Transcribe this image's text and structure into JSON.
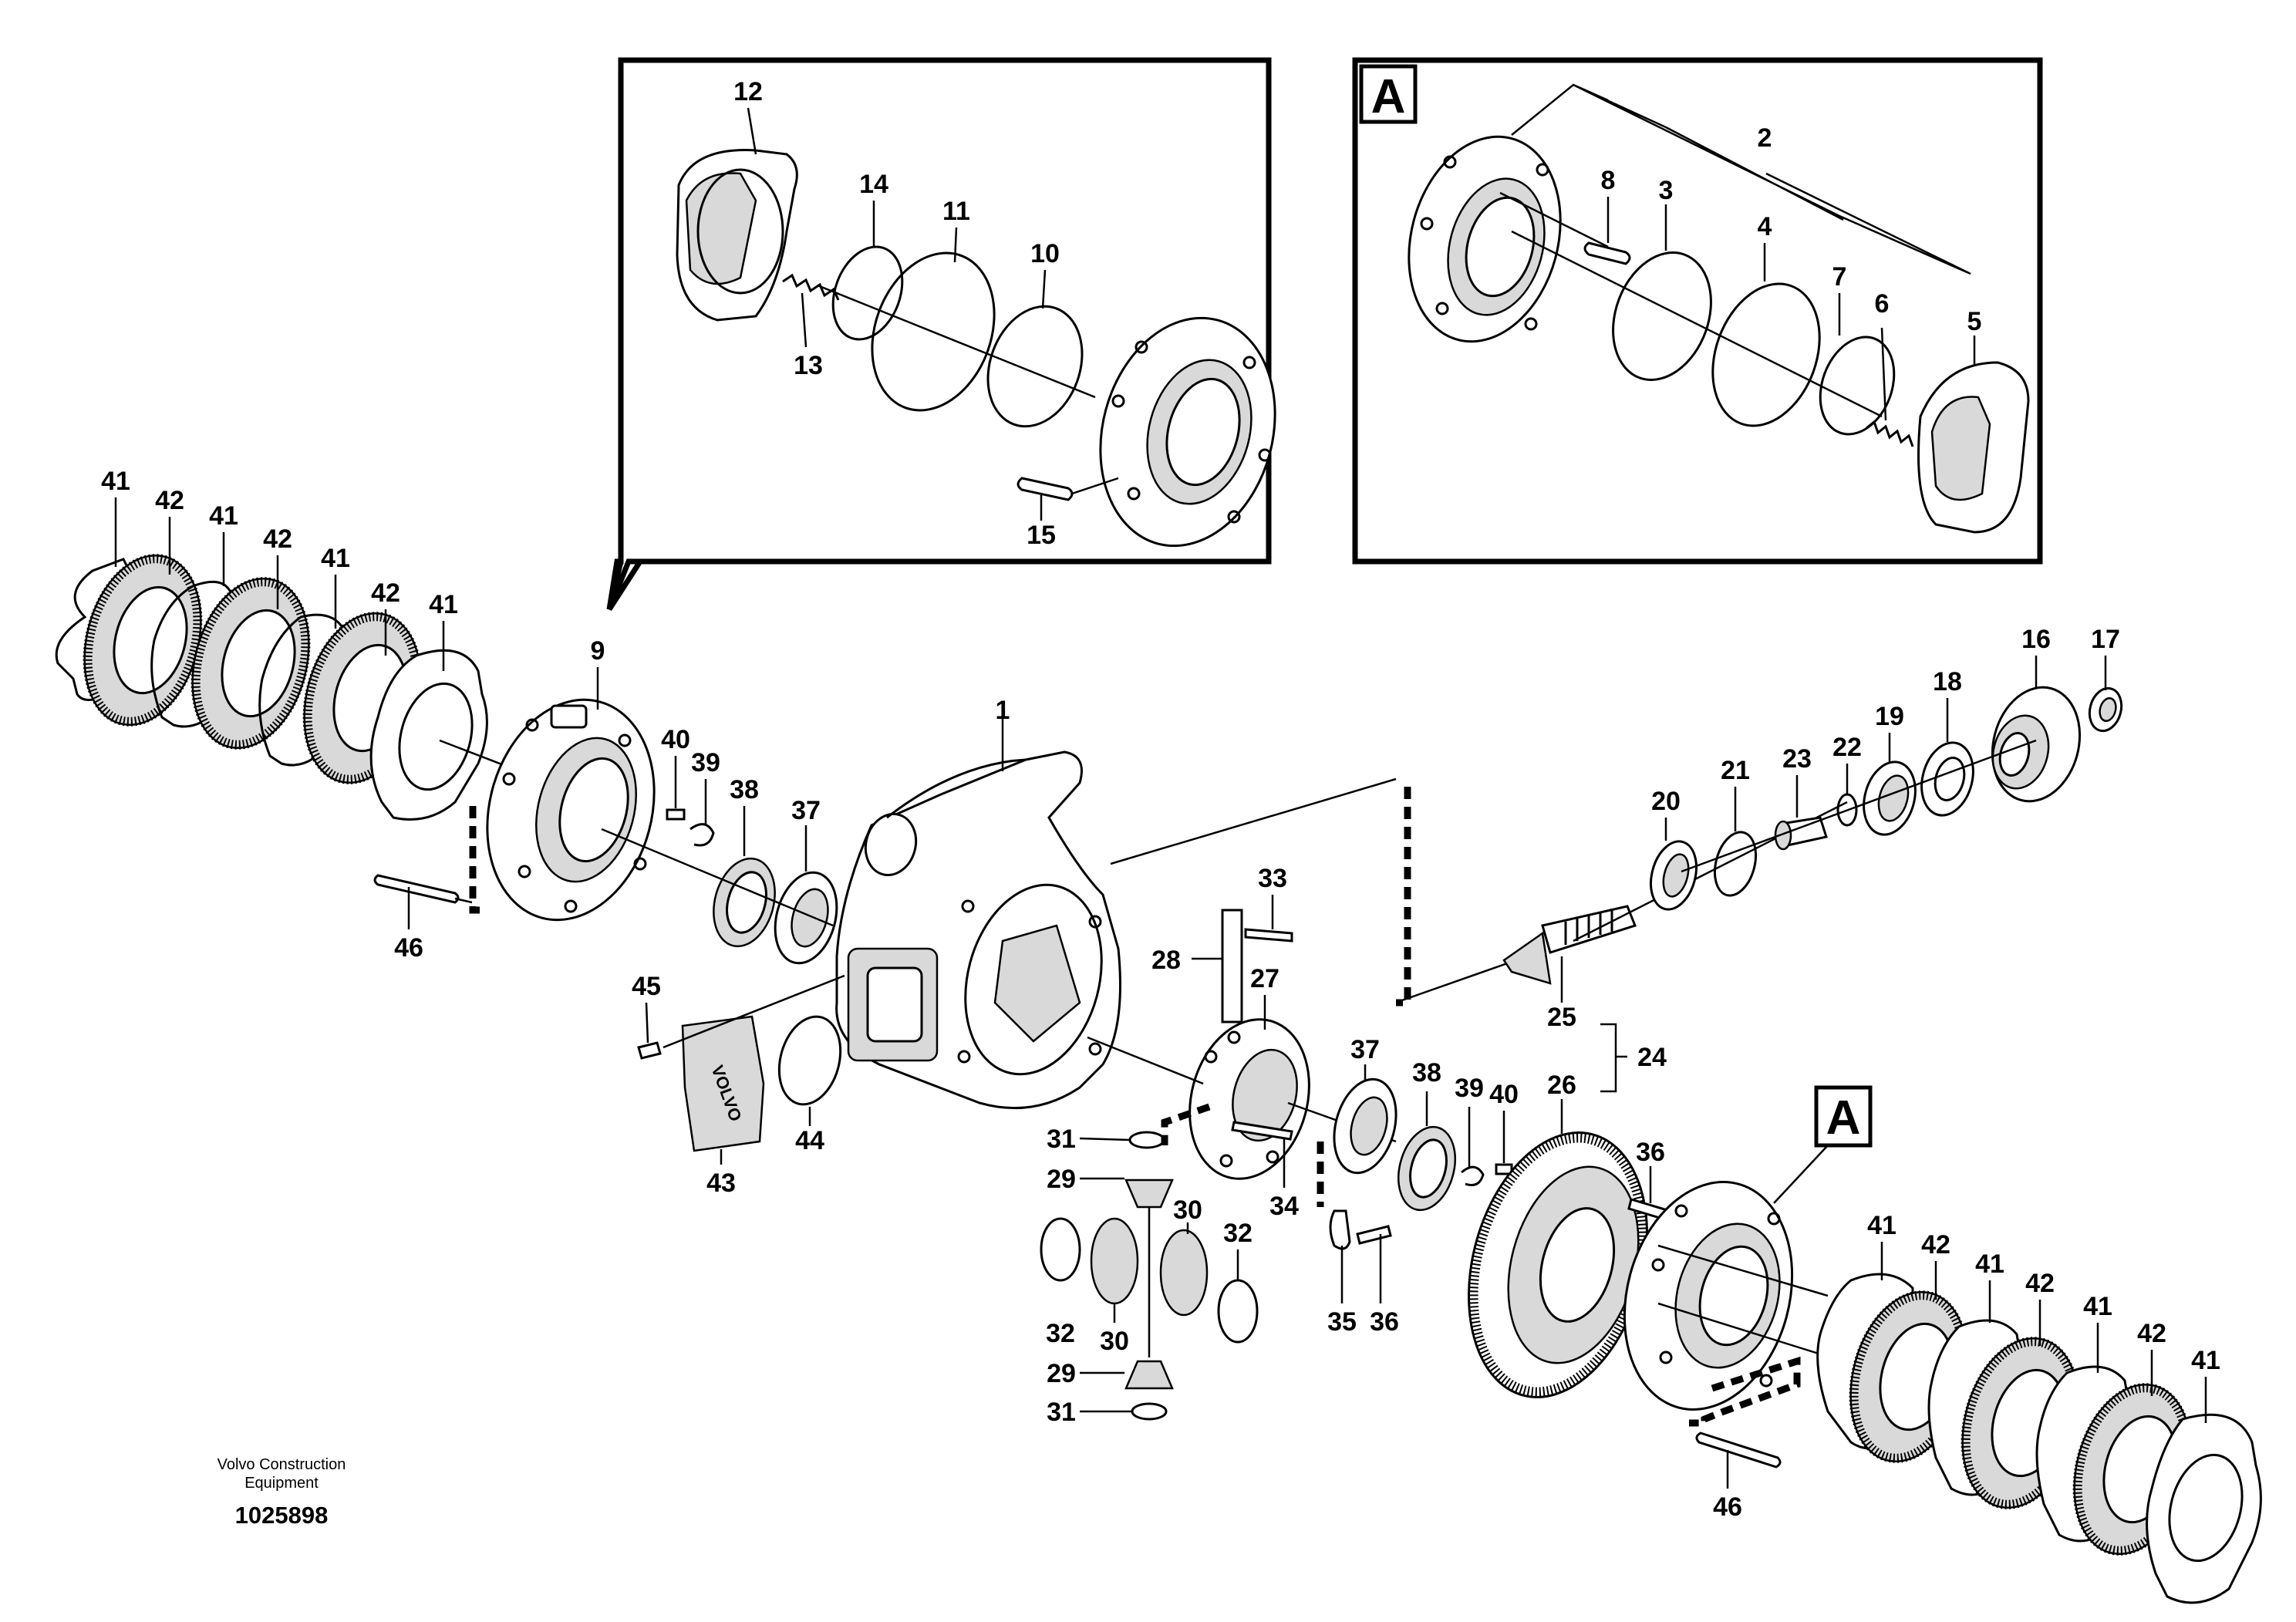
{
  "figure": {
    "publisher_line1": "Volvo Construction",
    "publisher_line2": "Equipment",
    "figure_number": "1025898"
  },
  "detail_view": {
    "marker": "A"
  },
  "part_labels": {
    "p1": "1",
    "p2": "2",
    "p3": "3",
    "p4": "4",
    "p5": "5",
    "p6": "6",
    "p7": "7",
    "p8": "8",
    "p9": "9",
    "p10": "10",
    "p11": "11",
    "p12": "12",
    "p13": "13",
    "p14": "14",
    "p15": "15",
    "p16": "16",
    "p17": "17",
    "p18": "18",
    "p19": "19",
    "p20": "20",
    "p21": "21",
    "p22": "22",
    "p23": "23",
    "p24": "24",
    "p25": "25",
    "p26": "26",
    "p27": "27",
    "p28": "28",
    "p29": "29",
    "p30": "30",
    "p31": "31",
    "p32": "32",
    "p33": "33",
    "p34": "34",
    "p35": "35",
    "p36": "36",
    "p37": "37",
    "p38": "38",
    "p39": "39",
    "p40": "40",
    "p41": "41",
    "p42": "42",
    "p43": "43",
    "p44": "44",
    "p45": "45",
    "p46": "46"
  },
  "cover_plate_logo": "VOLVO"
}
